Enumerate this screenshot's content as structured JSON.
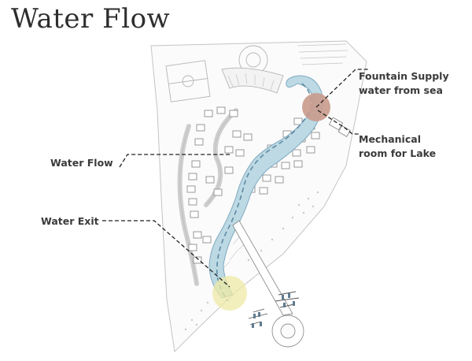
{
  "title": "Water Flow",
  "labels": {
    "fountain": [
      "Fountain Supply",
      "water from sea"
    ],
    "mechanical": [
      "Mechanical",
      "room for Lake"
    ],
    "water_flow": "Water Flow",
    "water_exit": "Water Exit"
  },
  "colors": {
    "water": "#bcd9e4",
    "water_stroke": "#7fa9c0",
    "supply_marker": "#c99a8c",
    "exit_marker": "#efe9a6",
    "leader": "#222222",
    "plan_lines": "#b9b9b9"
  }
}
